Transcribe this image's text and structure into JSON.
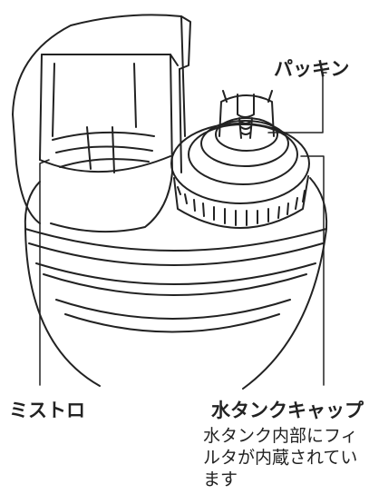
{
  "labels": {
    "packing": "パッキン",
    "mist_port": "ミストロ",
    "water_tank_cap": "水タンクキャップ",
    "note_lines": [
      "水タンク内部にフィ",
      "ルタが内蔵されてい",
      "ます"
    ]
  },
  "colors": {
    "line": "#222222",
    "background": "#ffffff"
  }
}
